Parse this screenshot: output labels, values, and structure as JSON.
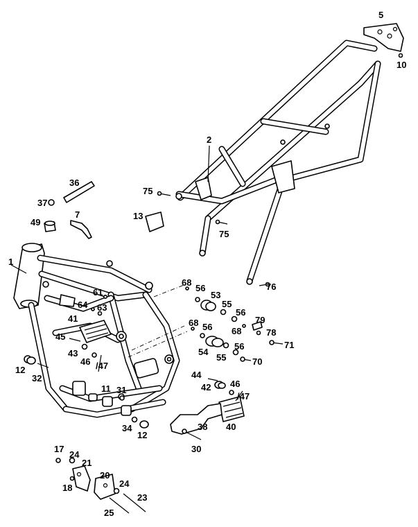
{
  "callouts": [
    {
      "id": "c1",
      "text": "1"
    },
    {
      "id": "c2",
      "text": "2"
    },
    {
      "id": "c5",
      "text": "5"
    },
    {
      "id": "c7",
      "text": "7"
    },
    {
      "id": "c10",
      "text": "10"
    },
    {
      "id": "c11",
      "text": "11"
    },
    {
      "id": "c12a",
      "text": "12"
    },
    {
      "id": "c12b",
      "text": "12"
    },
    {
      "id": "c13",
      "text": "13"
    },
    {
      "id": "c17",
      "text": "17"
    },
    {
      "id": "c18",
      "text": "18"
    },
    {
      "id": "c20",
      "text": "20"
    },
    {
      "id": "c21",
      "text": "21"
    },
    {
      "id": "c23",
      "text": "23"
    },
    {
      "id": "c24a",
      "text": "24"
    },
    {
      "id": "c24b",
      "text": "24"
    },
    {
      "id": "c25",
      "text": "25"
    },
    {
      "id": "c30",
      "text": "30"
    },
    {
      "id": "c31",
      "text": "31"
    },
    {
      "id": "c32",
      "text": "32"
    },
    {
      "id": "c34",
      "text": "34"
    },
    {
      "id": "c36",
      "text": "36"
    },
    {
      "id": "c37",
      "text": "37"
    },
    {
      "id": "c38",
      "text": "38"
    },
    {
      "id": "c40",
      "text": "40"
    },
    {
      "id": "c41",
      "text": "41"
    },
    {
      "id": "c42",
      "text": "42"
    },
    {
      "id": "c43",
      "text": "43"
    },
    {
      "id": "c44",
      "text": "44"
    },
    {
      "id": "c45",
      "text": "45"
    },
    {
      "id": "c46a",
      "text": "46"
    },
    {
      "id": "c46b",
      "text": "46"
    },
    {
      "id": "c47a",
      "text": "/47"
    },
    {
      "id": "c47b",
      "text": "/47"
    },
    {
      "id": "c49",
      "text": "49"
    },
    {
      "id": "c53",
      "text": "53"
    },
    {
      "id": "c54",
      "text": "54"
    },
    {
      "id": "c55a",
      "text": "55"
    },
    {
      "id": "c55b",
      "text": "55"
    },
    {
      "id": "c56a",
      "text": "56"
    },
    {
      "id": "c56b",
      "text": "56"
    },
    {
      "id": "c56c",
      "text": "56"
    },
    {
      "id": "c56d",
      "text": "56"
    },
    {
      "id": "c61",
      "text": "61"
    },
    {
      "id": "c63",
      "text": "63"
    },
    {
      "id": "c64",
      "text": "64"
    },
    {
      "id": "c68a",
      "text": "68"
    },
    {
      "id": "c68b",
      "text": "68"
    },
    {
      "id": "c68c",
      "text": "68"
    },
    {
      "id": "c70",
      "text": "70"
    },
    {
      "id": "c71",
      "text": "71"
    },
    {
      "id": "c75a",
      "text": "75"
    },
    {
      "id": "c75b",
      "text": "75"
    },
    {
      "id": "c76",
      "text": "76"
    },
    {
      "id": "c78",
      "text": "78"
    },
    {
      "id": "c79",
      "text": "79"
    }
  ],
  "parts": {
    "main_frame": "main-frame",
    "subframe": "rear-subframe",
    "skid_plate": "skid-plate",
    "footpeg_left": "footpeg-left",
    "footpeg_right": "footpeg-right",
    "brake_pedal": "brake-pedal",
    "hose": "breather-hose",
    "sidestand_bracket": "sidestand-bracket"
  },
  "colors": {
    "line": "#000000",
    "background": "#ffffff"
  }
}
